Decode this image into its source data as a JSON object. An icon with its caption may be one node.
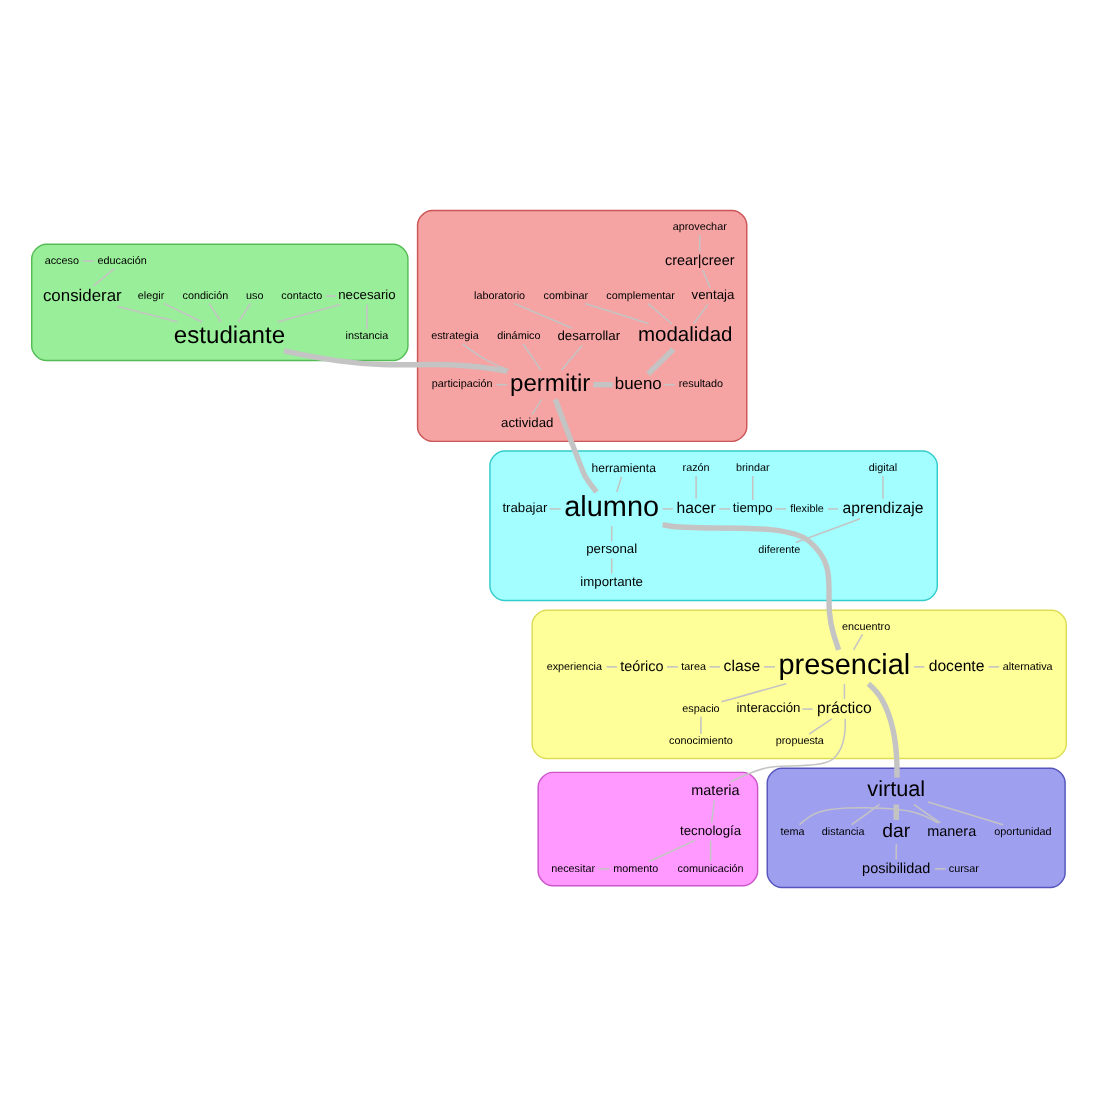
{
  "diagram": {
    "nodes": [
      {
        "text": [],
        "shape": "cloud"
      },
      {
        "text": [
          "educación"
        ],
        "in": 0
      },
      {
        "text": [
          "acceso"
        ],
        "in": 0
      },
      {
        "text": [
          "considerar"
        ],
        "in": 0
      },
      {
        "text": [
          "contacto"
        ],
        "in": 0
      },
      {
        "text": [
          "condición"
        ],
        "in": 0
      },
      {
        "text": [
          "elegir"
        ],
        "in": 0
      },
      {
        "text": [
          "necesario"
        ],
        "in": 0
      },
      {
        "text": [
          "uso"
        ],
        "in": 0
      },
      {
        "text": [
          "estudiante"
        ],
        "in": 0
      },
      {
        "text": [
          "instancia"
        ],
        "in": 0
      },
      {
        "text": [],
        "shape": "cloud"
      },
      {
        "text": [
          "laboratorio"
        ],
        "in": 11
      },
      {
        "text": [
          "aprovechar"
        ],
        "in": 11
      },
      {
        "text": [
          "desarrollar"
        ],
        "in": 11
      },
      {
        "text": [
          "crear|creer"
        ],
        "in": 11
      },
      {
        "text": [
          "complementar"
        ],
        "in": 11
      },
      {
        "text": [
          "combinar"
        ],
        "in": 11
      },
      {
        "text": [
          "ventaja"
        ],
        "in": 11
      },
      {
        "text": [
          "estrategia"
        ],
        "in": 11
      },
      {
        "text": [
          "modalidad"
        ],
        "in": 11
      },
      {
        "text": [
          "dinámico"
        ],
        "in": 11
      },
      {
        "text": [
          "resultado"
        ],
        "in": 11
      },
      {
        "text": [
          "participación"
        ],
        "in": 11
      },
      {
        "text": [
          "bueno"
        ],
        "in": 11
      },
      {
        "text": [
          "permitir"
        ],
        "in": 11
      },
      {
        "text": [
          "actividad"
        ],
        "in": 11
      },
      {
        "text": [],
        "shape": "cloud"
      },
      {
        "text": [
          "razón"
        ],
        "in": 27
      },
      {
        "text": [
          "hacer"
        ],
        "in": 27
      },
      {
        "text": [
          "herramienta"
        ],
        "in": 27
      },
      {
        "text": [
          "brindar"
        ],
        "in": 27
      },
      {
        "text": [
          "digital"
        ],
        "in": 27
      },
      {
        "text": [
          "alumno"
        ],
        "in": 27
      },
      {
        "text": [
          "tiempo"
        ],
        "in": 27
      },
      {
        "text": [
          "aprendizaje"
        ],
        "in": 27
      },
      {
        "text": [
          "trabajar"
        ],
        "in": 27
      },
      {
        "text": [
          "flexible"
        ],
        "in": 27
      },
      {
        "text": [
          "diferente"
        ],
        "in": 27
      },
      {
        "text": [
          "personal"
        ],
        "in": 27
      },
      {
        "text": [
          "importante"
        ],
        "in": 27
      },
      {
        "text": [],
        "shape": "cloud"
      },
      {
        "text": [
          "encuentro"
        ],
        "in": 41
      },
      {
        "text": [
          "tarea"
        ],
        "in": 41
      },
      {
        "text": [
          "presencial"
        ],
        "in": 41
      },
      {
        "text": [
          "clase"
        ],
        "in": 41
      },
      {
        "text": [
          "docente"
        ],
        "in": 41
      },
      {
        "text": [
          "teórico"
        ],
        "in": 41
      },
      {
        "text": [
          "alternativa"
        ],
        "in": 41
      },
      {
        "text": [
          "experiencia"
        ],
        "in": 41
      },
      {
        "text": [
          "interacción"
        ],
        "in": 41
      },
      {
        "text": [
          "práctico"
        ],
        "in": 41
      },
      {
        "text": [
          "espacio"
        ],
        "in": 41
      },
      {
        "text": [
          "propuesta"
        ],
        "in": 41
      },
      {
        "text": [
          "conocimiento"
        ],
        "in": 41
      },
      {
        "text": [],
        "shape": "cloud"
      },
      {
        "text": [
          "materia"
        ],
        "in": 55
      },
      {
        "text": [
          "tecnología"
        ],
        "in": 55
      },
      {
        "text": [
          "comunicación"
        ],
        "in": 55
      },
      {
        "text": [
          "necesitar"
        ],
        "in": 55
      },
      {
        "text": [
          "momento"
        ],
        "in": 55
      },
      {
        "text": [],
        "shape": "cloud"
      },
      {
        "text": [
          "virtual"
        ],
        "in": 61
      },
      {
        "text": [
          "oportunidad"
        ],
        "in": 61
      },
      {
        "text": [
          "distancia"
        ],
        "in": 61
      },
      {
        "text": [
          "tema"
        ],
        "in": 61
      },
      {
        "text": [
          "manera"
        ],
        "in": 61
      },
      {
        "text": [
          "dar"
        ],
        "in": 61
      },
      {
        "text": [
          "cursar"
        ],
        "in": 61
      },
      {
        "text": [
          "posibilidad"
        ],
        "in": 61
      }
    ],
    "edges": [
      {
        "from": 1,
        "to": 3,
        "arrow": "none"
      },
      {
        "from": 2,
        "to": 1,
        "arrow": "none"
      },
      {
        "from": 3,
        "to": 9,
        "arrow": "none"
      },
      {
        "from": 5,
        "to": 9,
        "arrow": "none"
      },
      {
        "from": 6,
        "to": 9,
        "arrow": "none"
      },
      {
        "from": 7,
        "to": 9,
        "arrow": "none"
      },
      {
        "from": 4,
        "to": 7,
        "arrow": "none"
      },
      {
        "from": 7,
        "to": 10,
        "arrow": "none"
      },
      {
        "from": 8,
        "to": 9,
        "arrow": "none"
      },
      {
        "from": 9,
        "to": 25,
        "arrow": "none",
        "style": "thick"
      },
      {
        "from": 25,
        "to": 24,
        "arrow": "none",
        "style": "thick"
      },
      {
        "from": 20,
        "to": 24,
        "arrow": "none",
        "style": "thick"
      },
      {
        "from": 24,
        "to": 22,
        "arrow": "none"
      },
      {
        "from": 18,
        "to": 20,
        "arrow": "none"
      },
      {
        "from": 17,
        "to": 20,
        "arrow": "none"
      },
      {
        "from": 16,
        "to": 20,
        "arrow": "none"
      },
      {
        "from": 15,
        "to": 18,
        "arrow": "none"
      },
      {
        "from": 13,
        "to": 15,
        "arrow": "none"
      },
      {
        "from": 19,
        "to": 25,
        "arrow": "none"
      },
      {
        "from": 14,
        "to": 25,
        "arrow": "none"
      },
      {
        "from": 12,
        "to": 14,
        "arrow": "none"
      },
      {
        "from": 21,
        "to": 25,
        "arrow": "none"
      },
      {
        "from": 23,
        "to": 25,
        "arrow": "none"
      },
      {
        "from": 25,
        "to": 26,
        "arrow": "none"
      },
      {
        "from": 25,
        "to": 33,
        "arrow": "none",
        "style": "thick"
      },
      {
        "from": 33,
        "to": 29,
        "arrow": "none"
      },
      {
        "from": 28,
        "to": 29,
        "arrow": "none"
      },
      {
        "from": 29,
        "to": 34,
        "arrow": "none"
      },
      {
        "from": 31,
        "to": 34,
        "arrow": "none"
      },
      {
        "from": 34,
        "to": 37,
        "arrow": "none"
      },
      {
        "from": 37,
        "to": 35,
        "arrow": "none"
      },
      {
        "from": 32,
        "to": 35,
        "arrow": "none"
      },
      {
        "from": 35,
        "to": 38,
        "arrow": "none"
      },
      {
        "from": 30,
        "to": 33,
        "arrow": "none"
      },
      {
        "from": 36,
        "to": 33,
        "arrow": "none"
      },
      {
        "from": 33,
        "to": 39,
        "arrow": "none"
      },
      {
        "from": 39,
        "to": 40,
        "arrow": "none"
      },
      {
        "from": 33,
        "to": 44,
        "arrow": "none",
        "style": "thick"
      },
      {
        "from": 42,
        "to": 44,
        "arrow": "none"
      },
      {
        "from": 45,
        "to": 44,
        "arrow": "none"
      },
      {
        "from": 43,
        "to": 45,
        "arrow": "none"
      },
      {
        "from": 47,
        "to": 43,
        "arrow": "none"
      },
      {
        "from": 49,
        "to": 47,
        "arrow": "none"
      },
      {
        "from": 44,
        "to": 51,
        "arrow": "none"
      },
      {
        "from": 50,
        "to": 51,
        "arrow": "none"
      },
      {
        "from": 51,
        "to": 53,
        "arrow": "none"
      },
      {
        "from": 51,
        "to": 56,
        "arrow": "none"
      },
      {
        "from": 56,
        "to": 57,
        "arrow": "none"
      },
      {
        "from": 57,
        "to": 58,
        "arrow": "none"
      },
      {
        "from": 57,
        "to": 60,
        "arrow": "none"
      },
      {
        "from": 59,
        "to": 60,
        "arrow": "none"
      },
      {
        "from": 44,
        "to": 46,
        "arrow": "none"
      },
      {
        "from": 46,
        "to": 48,
        "arrow": "none"
      },
      {
        "from": 44,
        "to": 52,
        "arrow": "none"
      },
      {
        "from": 52,
        "to": 54,
        "arrow": "none"
      },
      {
        "from": 44,
        "to": 62,
        "arrow": "none",
        "style": "thick"
      },
      {
        "from": 62,
        "to": 63,
        "arrow": "none"
      },
      {
        "from": 62,
        "to": 66,
        "arrow": "none"
      },
      {
        "from": 65,
        "to": 66,
        "arrow": "none"
      },
      {
        "from": 62,
        "to": 64,
        "arrow": "none"
      },
      {
        "from": 62,
        "to": 67,
        "arrow": "none",
        "style": "thick"
      },
      {
        "from": 67,
        "to": 69,
        "arrow": "none"
      },
      {
        "from": 69,
        "to": 68,
        "arrow": "none"
      }
    ]
  }
}
